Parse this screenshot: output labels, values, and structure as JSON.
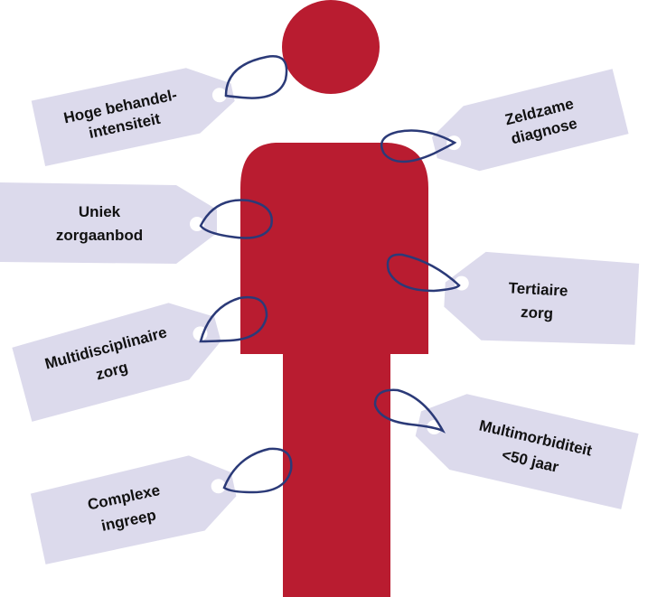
{
  "colors": {
    "figure": "#b91c30",
    "tag_fill": "#dcdaec",
    "string": "#2b3a78",
    "text": "#111111",
    "hole": "#ffffff"
  },
  "tags": {
    "hoge_behandel": {
      "line1": "Hoge behandel-",
      "line2": "intensiteit"
    },
    "zeldzame": {
      "line1": "Zeldzame",
      "line2": "diagnose"
    },
    "uniek": {
      "line1": "Uniek",
      "line2": "zorgaanbod"
    },
    "tertiaire": {
      "line1": "Tertiaire",
      "line2": "zorg"
    },
    "multidisciplinaire": {
      "line1": "Multidisciplinaire",
      "line2": "zorg"
    },
    "multimorbiditeit": {
      "line1": "Multimorbiditeit",
      "line2": "<50 jaar"
    },
    "complexe": {
      "line1": "Complexe",
      "line2": "ingreep"
    }
  }
}
